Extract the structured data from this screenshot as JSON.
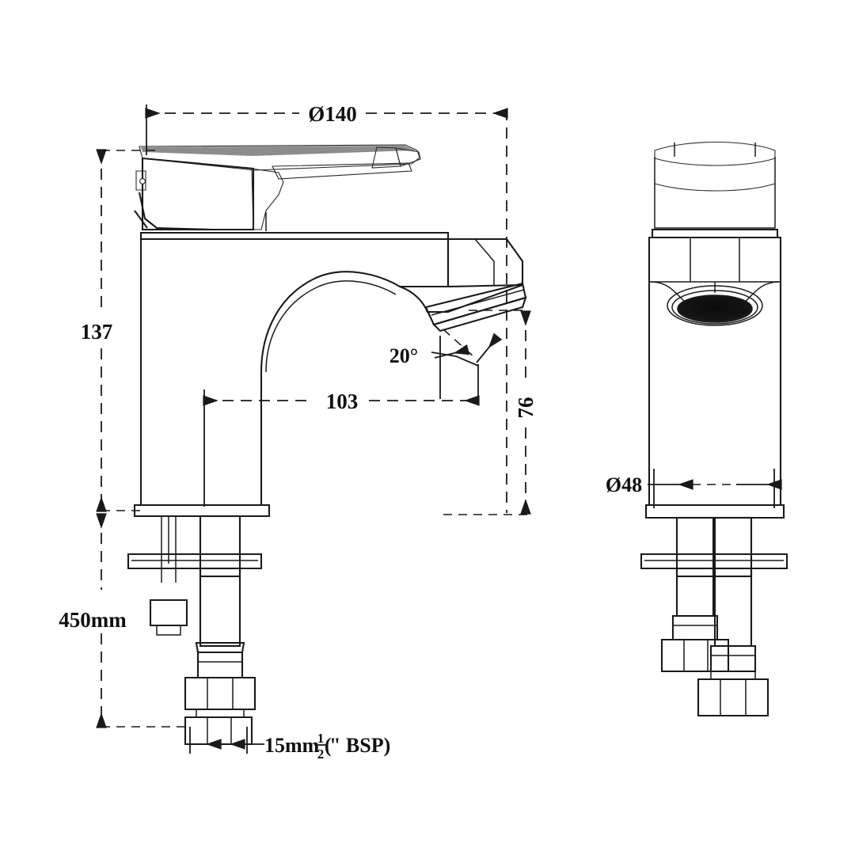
{
  "drawing": {
    "title": "Basin Mixer Tap Technical Dimension Drawing",
    "background_color": "#ffffff",
    "line_color": "#1a1a1a",
    "units_note": "mm",
    "views": [
      {
        "name": "side-elevation",
        "label": ""
      },
      {
        "name": "front-elevation",
        "label": ""
      }
    ]
  },
  "dimensions": {
    "overall_width": {
      "label": "Ø140",
      "value": 140,
      "symbol": "Ø",
      "orientation": "horizontal",
      "view": "side-elevation"
    },
    "body_height": {
      "label": "137",
      "value": 137,
      "orientation": "vertical",
      "view": "side-elevation"
    },
    "hose_length": {
      "label": "450mm",
      "value": 450,
      "orientation": "vertical",
      "view": "side-elevation"
    },
    "spout_reach": {
      "label": "103",
      "value": 103,
      "orientation": "horizontal",
      "view": "side-elevation"
    },
    "spout_height": {
      "label": "76",
      "value": 76,
      "orientation": "vertical-rotated",
      "view": "side-elevation"
    },
    "aerator_angle": {
      "label": "20°",
      "value": 20,
      "unit": "degrees",
      "view": "side-elevation"
    },
    "base_diameter": {
      "label": "Ø48",
      "value": 48,
      "symbol": "Ø",
      "orientation": "horizontal",
      "view": "front-elevation"
    },
    "connection_thread": {
      "label_prefix": "15mm (",
      "fraction_numerator": "1",
      "fraction_denominator": "2",
      "label_suffix": "\" BSP)",
      "value": 15,
      "thread_size": "1/2\" BSP",
      "orientation": "horizontal",
      "view": "side-elevation"
    }
  }
}
